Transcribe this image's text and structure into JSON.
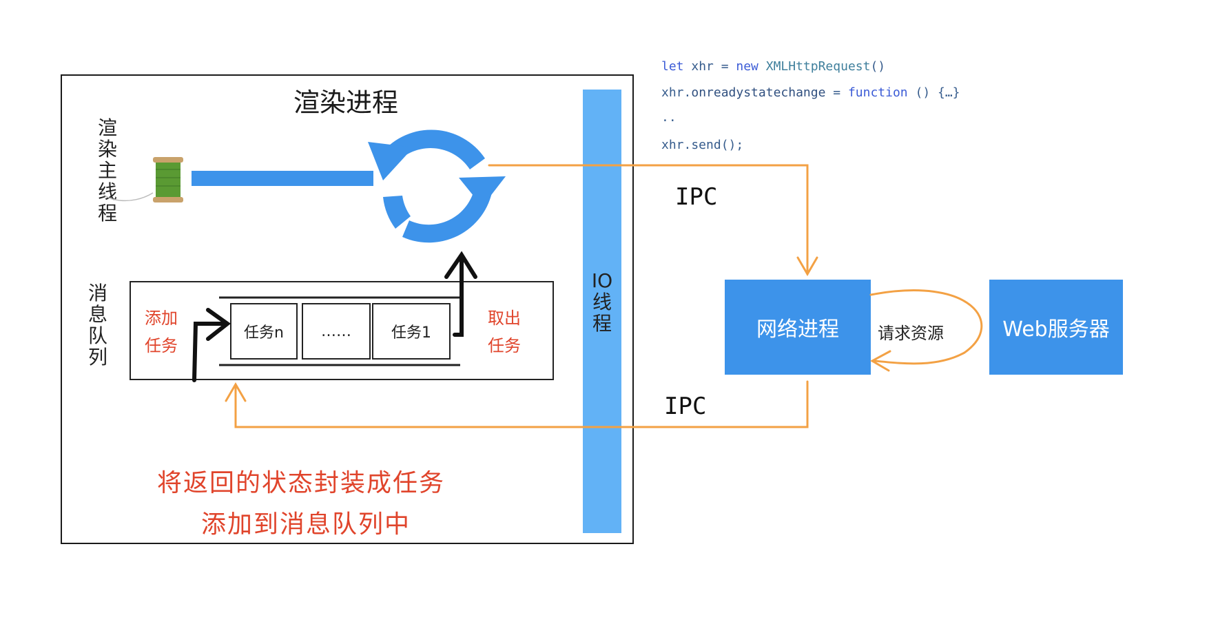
{
  "renderer": {
    "title": "渲染进程",
    "main_thread_label": "渲染主线程",
    "message_queue_label": "消息队列",
    "add_task_label": [
      "添加",
      "任务"
    ],
    "take_task_label": [
      "取出",
      "任务"
    ],
    "queue_cells": [
      "任务n",
      "……",
      "任务1"
    ],
    "bottom_note_line1": "将返回的状态封装成任务",
    "bottom_note_line2": "添加到消息队列中"
  },
  "io_thread": {
    "label": "IO线程"
  },
  "code": {
    "line1": "let xhr = new XMLHttpRequest()",
    "line2": "xhr.onreadystatechange = function () {…}",
    "line3": "..",
    "line4": "xhr.send();"
  },
  "network": {
    "process_label": "网络进程",
    "server_label": "Web服务器",
    "request_label": "请求资源",
    "ipc_top": "IPC",
    "ipc_bottom": "IPC"
  },
  "colors": {
    "blue": "#3d93ea",
    "io_bar": "#62b2f6",
    "orange": "#f3a144",
    "red_text": "#e0442b"
  }
}
